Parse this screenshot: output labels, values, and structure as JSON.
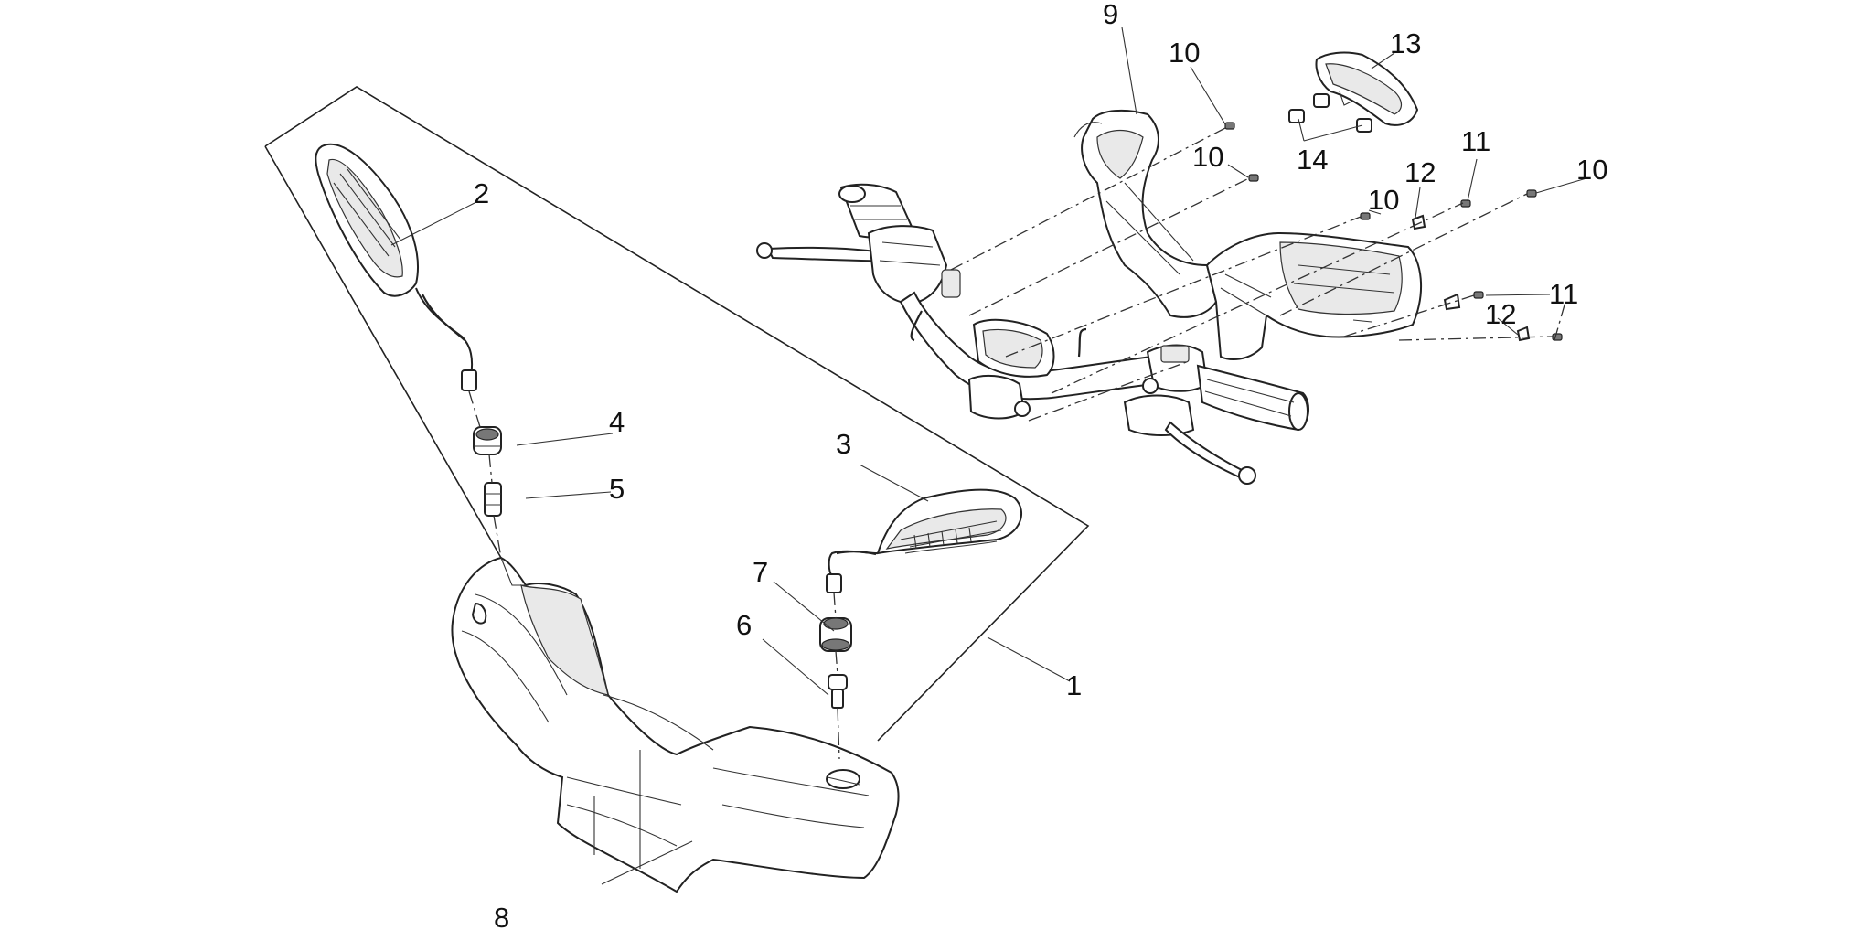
{
  "diagram": {
    "callouts": [
      {
        "id": "c1",
        "text": "1"
      },
      {
        "id": "c2",
        "text": "2"
      },
      {
        "id": "c3",
        "text": "3"
      },
      {
        "id": "c4",
        "text": "4"
      },
      {
        "id": "c5",
        "text": "5"
      },
      {
        "id": "c6",
        "text": "6"
      },
      {
        "id": "c7",
        "text": "7"
      },
      {
        "id": "c8",
        "text": "8"
      },
      {
        "id": "c9",
        "text": "9"
      },
      {
        "id": "c10a",
        "text": "10"
      },
      {
        "id": "c10b",
        "text": "10"
      },
      {
        "id": "c10c",
        "text": "10"
      },
      {
        "id": "c10d",
        "text": "10"
      },
      {
        "id": "c11a",
        "text": "11"
      },
      {
        "id": "c11b",
        "text": "11"
      },
      {
        "id": "c12a",
        "text": "12"
      },
      {
        "id": "c12b",
        "text": "12"
      },
      {
        "id": "c13",
        "text": "13"
      },
      {
        "id": "c14",
        "text": "14"
      }
    ]
  }
}
